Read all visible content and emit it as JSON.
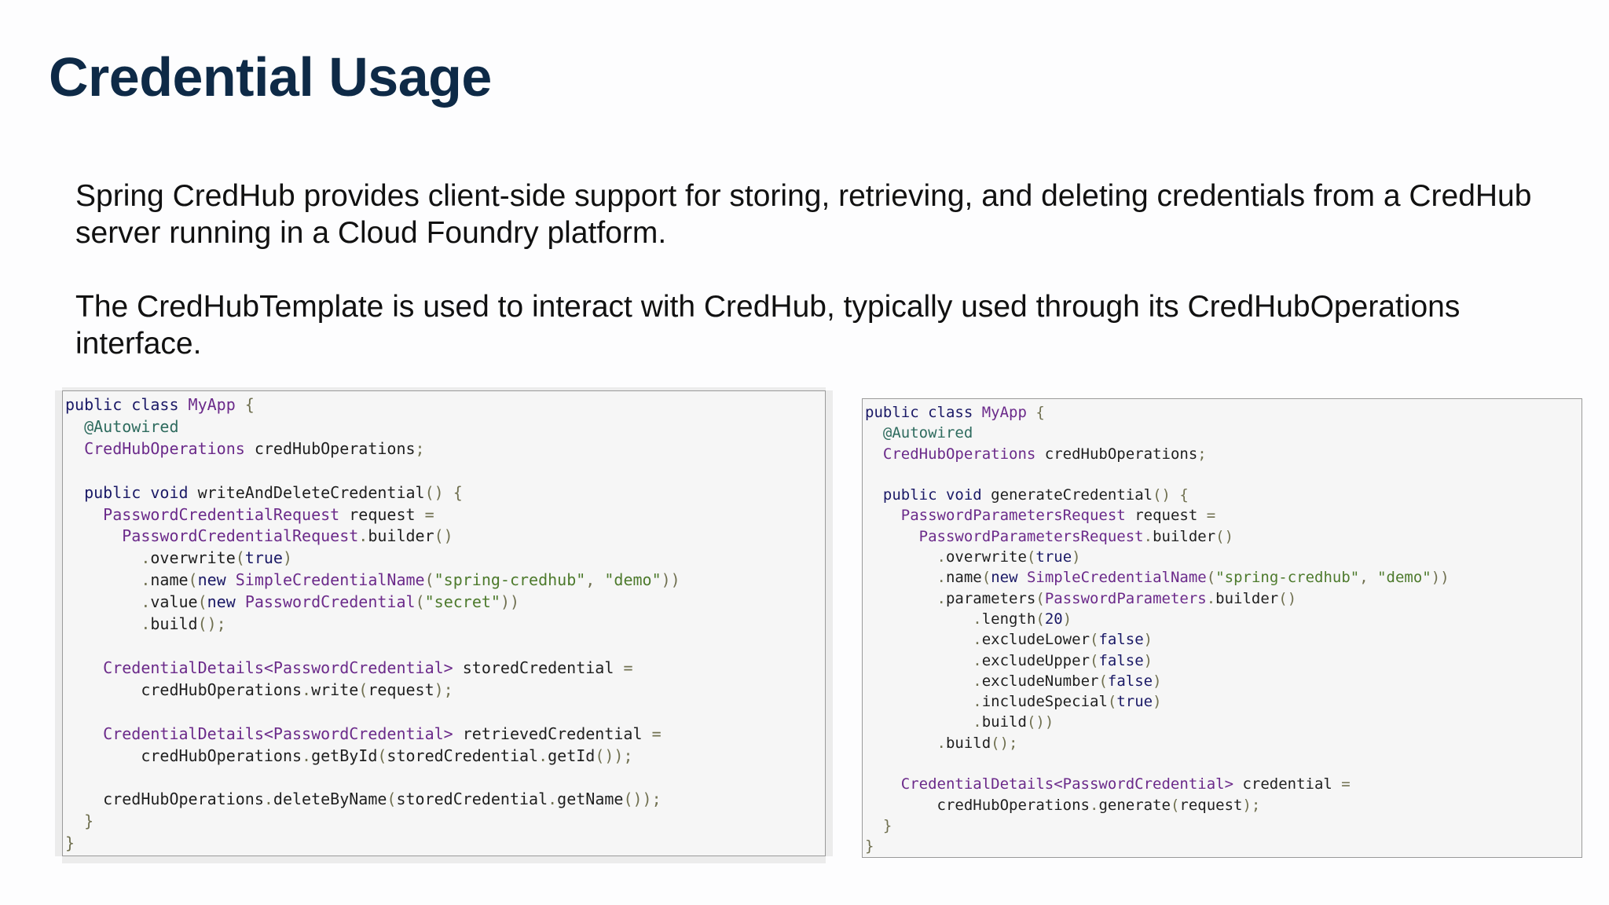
{
  "slide": {
    "title": "Credential Usage",
    "paragraph_1": "Spring CredHub provides client-side support for storing, retrieving, and deleting credentials from a CredHub server running in a Cloud Foundry platform.",
    "paragraph_2": "The CredHubTemplate is used to interact with CredHub, typically used through its CredHubOperations interface."
  },
  "colors": {
    "title": "#0e2a47",
    "keyword": "#1a1966",
    "type": "#6b2a8a",
    "annotation": "#2e6b5e",
    "string": "#4d7a2c",
    "punctuation": "#707050",
    "identifier": "#1f1f1f"
  },
  "code_left": {
    "lines": [
      [
        [
          "kw",
          "public class "
        ],
        [
          "ty",
          "MyApp "
        ],
        [
          "pu",
          "{"
        ]
      ],
      [
        [
          "tx",
          "  "
        ],
        [
          "an",
          "@Autowired"
        ]
      ],
      [
        [
          "tx",
          "  "
        ],
        [
          "ty",
          "CredHubOperations "
        ],
        [
          "tx",
          "credHubOperations"
        ],
        [
          "pu",
          ";"
        ]
      ],
      [],
      [
        [
          "tx",
          "  "
        ],
        [
          "kw",
          "public void "
        ],
        [
          "tx",
          "writeAndDeleteCredential"
        ],
        [
          "pu",
          "() {"
        ]
      ],
      [
        [
          "tx",
          "    "
        ],
        [
          "ty",
          "PasswordCredentialRequest "
        ],
        [
          "tx",
          "request "
        ],
        [
          "pu",
          "="
        ]
      ],
      [
        [
          "tx",
          "      "
        ],
        [
          "ty",
          "PasswordCredentialRequest"
        ],
        [
          "pu",
          "."
        ],
        [
          "tx",
          "builder"
        ],
        [
          "pu",
          "()"
        ]
      ],
      [
        [
          "tx",
          "        "
        ],
        [
          "pu",
          "."
        ],
        [
          "tx",
          "overwrite"
        ],
        [
          "pu",
          "("
        ],
        [
          "kw",
          "true"
        ],
        [
          "pu",
          ")"
        ]
      ],
      [
        [
          "tx",
          "        "
        ],
        [
          "pu",
          "."
        ],
        [
          "tx",
          "name"
        ],
        [
          "pu",
          "("
        ],
        [
          "kw",
          "new "
        ],
        [
          "ty",
          "SimpleCredentialName"
        ],
        [
          "pu",
          "("
        ],
        [
          "st",
          "\"spring-credhub\""
        ],
        [
          "pu",
          ", "
        ],
        [
          "st",
          "\"demo\""
        ],
        [
          "pu",
          "))"
        ]
      ],
      [
        [
          "tx",
          "        "
        ],
        [
          "pu",
          "."
        ],
        [
          "tx",
          "value"
        ],
        [
          "pu",
          "("
        ],
        [
          "kw",
          "new "
        ],
        [
          "ty",
          "PasswordCredential"
        ],
        [
          "pu",
          "("
        ],
        [
          "st",
          "\"secret\""
        ],
        [
          "pu",
          "))"
        ]
      ],
      [
        [
          "tx",
          "        "
        ],
        [
          "pu",
          "."
        ],
        [
          "tx",
          "build"
        ],
        [
          "pu",
          "();"
        ]
      ],
      [],
      [
        [
          "tx",
          "    "
        ],
        [
          "ty",
          "CredentialDetails<PasswordCredential> "
        ],
        [
          "tx",
          "storedCredential "
        ],
        [
          "pu",
          "="
        ]
      ],
      [
        [
          "tx",
          "        credHubOperations"
        ],
        [
          "pu",
          "."
        ],
        [
          "tx",
          "write"
        ],
        [
          "pu",
          "("
        ],
        [
          "tx",
          "request"
        ],
        [
          "pu",
          ");"
        ]
      ],
      [],
      [
        [
          "tx",
          "    "
        ],
        [
          "ty",
          "CredentialDetails<PasswordCredential> "
        ],
        [
          "tx",
          "retrievedCredential "
        ],
        [
          "pu",
          "="
        ]
      ],
      [
        [
          "tx",
          "        credHubOperations"
        ],
        [
          "pu",
          "."
        ],
        [
          "tx",
          "getById"
        ],
        [
          "pu",
          "("
        ],
        [
          "tx",
          "storedCredential"
        ],
        [
          "pu",
          "."
        ],
        [
          "tx",
          "getId"
        ],
        [
          "pu",
          "());"
        ]
      ],
      [],
      [
        [
          "tx",
          "    credHubOperations"
        ],
        [
          "pu",
          "."
        ],
        [
          "tx",
          "deleteByName"
        ],
        [
          "pu",
          "("
        ],
        [
          "tx",
          "storedCredential"
        ],
        [
          "pu",
          "."
        ],
        [
          "tx",
          "getName"
        ],
        [
          "pu",
          "());"
        ]
      ],
      [
        [
          "tx",
          "  "
        ],
        [
          "pu",
          "}"
        ]
      ],
      [
        [
          "pu",
          "}"
        ]
      ]
    ]
  },
  "code_right": {
    "lines": [
      [
        [
          "kw",
          "public class "
        ],
        [
          "ty",
          "MyApp "
        ],
        [
          "pu",
          "{"
        ]
      ],
      [
        [
          "tx",
          "  "
        ],
        [
          "an",
          "@Autowired"
        ]
      ],
      [
        [
          "tx",
          "  "
        ],
        [
          "ty",
          "CredHubOperations "
        ],
        [
          "tx",
          "credHubOperations"
        ],
        [
          "pu",
          ";"
        ]
      ],
      [],
      [
        [
          "tx",
          "  "
        ],
        [
          "kw",
          "public void "
        ],
        [
          "tx",
          "generateCredential"
        ],
        [
          "pu",
          "() {"
        ]
      ],
      [
        [
          "tx",
          "    "
        ],
        [
          "ty",
          "PasswordParametersRequest "
        ],
        [
          "tx",
          "request "
        ],
        [
          "pu",
          "="
        ]
      ],
      [
        [
          "tx",
          "      "
        ],
        [
          "ty",
          "PasswordParametersRequest"
        ],
        [
          "pu",
          "."
        ],
        [
          "tx",
          "builder"
        ],
        [
          "pu",
          "()"
        ]
      ],
      [
        [
          "tx",
          "        "
        ],
        [
          "pu",
          "."
        ],
        [
          "tx",
          "overwrite"
        ],
        [
          "pu",
          "("
        ],
        [
          "kw",
          "true"
        ],
        [
          "pu",
          ")"
        ]
      ],
      [
        [
          "tx",
          "        "
        ],
        [
          "pu",
          "."
        ],
        [
          "tx",
          "name"
        ],
        [
          "pu",
          "("
        ],
        [
          "kw",
          "new "
        ],
        [
          "ty",
          "SimpleCredentialName"
        ],
        [
          "pu",
          "("
        ],
        [
          "st",
          "\"spring-credhub\""
        ],
        [
          "pu",
          ", "
        ],
        [
          "st",
          "\"demo\""
        ],
        [
          "pu",
          "))"
        ]
      ],
      [
        [
          "tx",
          "        "
        ],
        [
          "pu",
          "."
        ],
        [
          "tx",
          "parameters"
        ],
        [
          "pu",
          "("
        ],
        [
          "ty",
          "PasswordParameters"
        ],
        [
          "pu",
          "."
        ],
        [
          "tx",
          "builder"
        ],
        [
          "pu",
          "()"
        ]
      ],
      [
        [
          "tx",
          "            "
        ],
        [
          "pu",
          "."
        ],
        [
          "tx",
          "length"
        ],
        [
          "pu",
          "("
        ],
        [
          "kw",
          "20"
        ],
        [
          "pu",
          ")"
        ]
      ],
      [
        [
          "tx",
          "            "
        ],
        [
          "pu",
          "."
        ],
        [
          "tx",
          "excludeLower"
        ],
        [
          "pu",
          "("
        ],
        [
          "kw",
          "false"
        ],
        [
          "pu",
          ")"
        ]
      ],
      [
        [
          "tx",
          "            "
        ],
        [
          "pu",
          "."
        ],
        [
          "tx",
          "excludeUpper"
        ],
        [
          "pu",
          "("
        ],
        [
          "kw",
          "false"
        ],
        [
          "pu",
          ")"
        ]
      ],
      [
        [
          "tx",
          "            "
        ],
        [
          "pu",
          "."
        ],
        [
          "tx",
          "excludeNumber"
        ],
        [
          "pu",
          "("
        ],
        [
          "kw",
          "false"
        ],
        [
          "pu",
          ")"
        ]
      ],
      [
        [
          "tx",
          "            "
        ],
        [
          "pu",
          "."
        ],
        [
          "tx",
          "includeSpecial"
        ],
        [
          "pu",
          "("
        ],
        [
          "kw",
          "true"
        ],
        [
          "pu",
          ")"
        ]
      ],
      [
        [
          "tx",
          "            "
        ],
        [
          "pu",
          "."
        ],
        [
          "tx",
          "build"
        ],
        [
          "pu",
          "())"
        ]
      ],
      [
        [
          "tx",
          "        "
        ],
        [
          "pu",
          "."
        ],
        [
          "tx",
          "build"
        ],
        [
          "pu",
          "();"
        ]
      ],
      [],
      [
        [
          "tx",
          "    "
        ],
        [
          "ty",
          "CredentialDetails<PasswordCredential> "
        ],
        [
          "tx",
          "credential "
        ],
        [
          "pu",
          "="
        ]
      ],
      [
        [
          "tx",
          "        credHubOperations"
        ],
        [
          "pu",
          "."
        ],
        [
          "tx",
          "generate"
        ],
        [
          "pu",
          "("
        ],
        [
          "tx",
          "request"
        ],
        [
          "pu",
          ");"
        ]
      ],
      [
        [
          "tx",
          "  "
        ],
        [
          "pu",
          "}"
        ]
      ],
      [
        [
          "pu",
          "}"
        ]
      ]
    ]
  }
}
